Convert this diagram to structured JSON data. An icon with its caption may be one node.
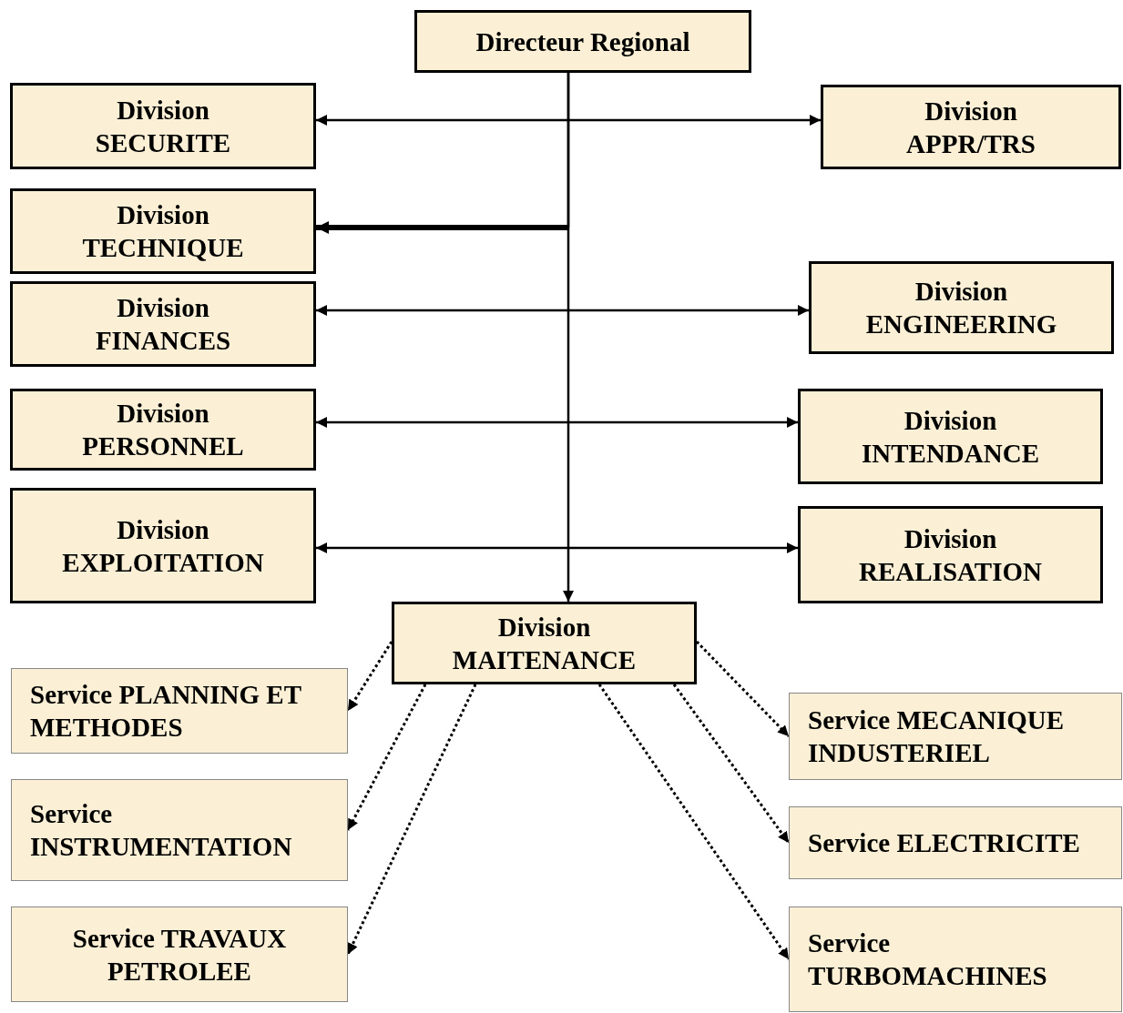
{
  "diagram": {
    "nodes": [
      {
        "text": [
          "Directeur Regional"
        ]
      },
      {
        "text": [
          "Division SECURITE"
        ]
      },
      {
        "text": [
          "Division APPR/TRS"
        ]
      },
      {
        "text": [
          "Division TECHNIQUE"
        ]
      },
      {
        "text": [
          "Division FINANCES"
        ]
      },
      {
        "text": [
          "Division ENGINEERING"
        ]
      },
      {
        "text": [
          "Division PERSONNEL"
        ]
      },
      {
        "text": [
          "Division INTENDANCE"
        ]
      },
      {
        "text": [
          "Division EXPLOITATION"
        ]
      },
      {
        "text": [
          "Division REALISATION"
        ]
      },
      {
        "text": [
          "Division MAITENANCE"
        ]
      },
      {
        "text": [
          "Service PLANNING ET METHODES"
        ]
      },
      {
        "text": [
          "Service MECANIQUE INDUSTERIEL"
        ]
      },
      {
        "text": [
          "Service INSTRUMENTATION"
        ]
      },
      {
        "text": [
          "Service ELECTRICITE"
        ]
      },
      {
        "text": [
          "Service TRAVAUX PETROLEE"
        ]
      },
      {
        "text": [
          "Service TURBOMACHINES"
        ]
      }
    ],
    "edges": [
      {
        "from": 0,
        "to": 10,
        "arrow": "to"
      },
      {
        "from": 0,
        "to": 3,
        "arrow": "to",
        "style": "thick"
      },
      {
        "from": 1,
        "to": 2,
        "arrow": "both"
      },
      {
        "from": 4,
        "to": 5,
        "arrow": "both"
      },
      {
        "from": 6,
        "to": 7,
        "arrow": "both"
      },
      {
        "from": 8,
        "to": 9,
        "arrow": "both"
      },
      {
        "from": 10,
        "to": 11,
        "arrow": "to",
        "style": "dashed"
      },
      {
        "from": 10,
        "to": 13,
        "arrow": "to",
        "style": "dashed"
      },
      {
        "from": 10,
        "to": 15,
        "arrow": "to",
        "style": "dashed"
      },
      {
        "from": 10,
        "to": 12,
        "arrow": "to",
        "style": "dashed"
      },
      {
        "from": 10,
        "to": 14,
        "arrow": "to",
        "style": "dashed"
      },
      {
        "from": 10,
        "to": 16,
        "arrow": "to",
        "style": "dashed"
      }
    ]
  }
}
